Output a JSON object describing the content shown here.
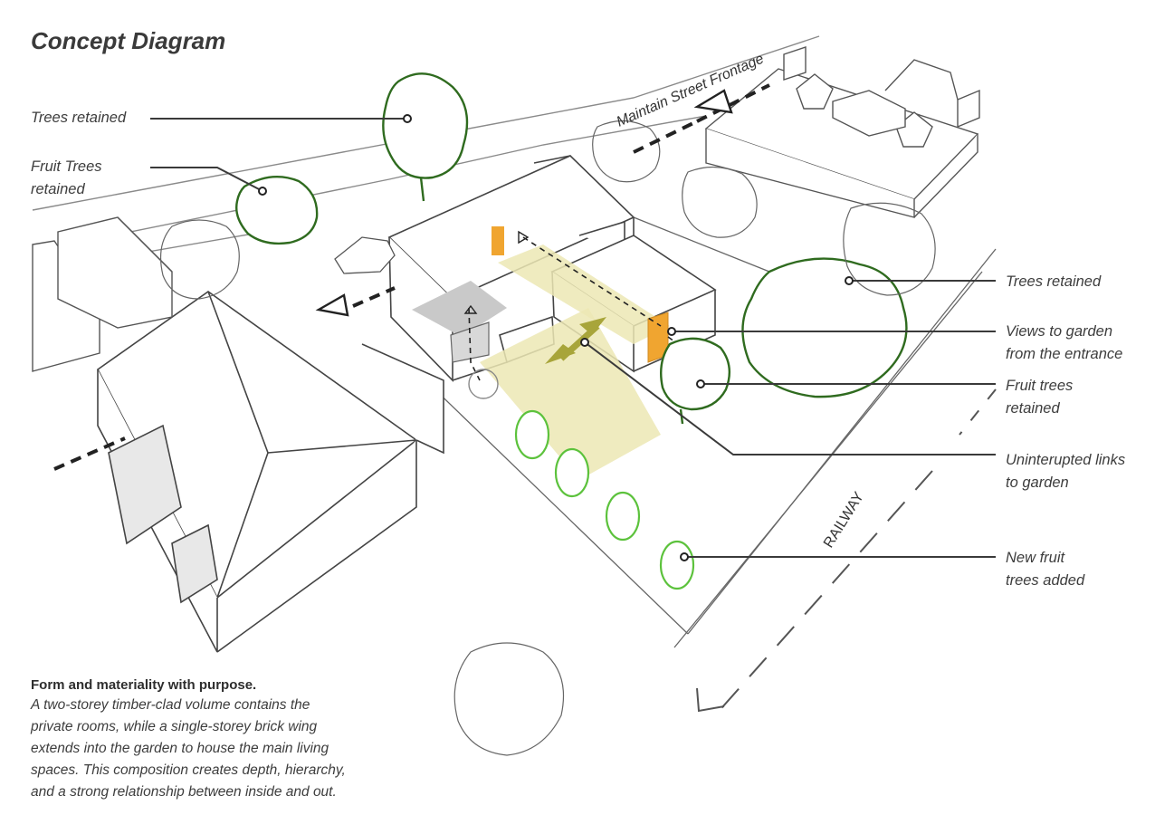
{
  "title": "Concept Diagram",
  "labels": {
    "trees_retained_left": "Trees retained",
    "fruit_trees_retained_left_1": "Fruit Trees",
    "fruit_trees_retained_left_2": "retained",
    "trees_retained_right": "Trees retained",
    "views_1": "Views to garden",
    "views_2": "from the entrance",
    "fruit_right_1": "Fruit trees",
    "fruit_right_2": "retained",
    "links_1": "Uninterupted links",
    "links_2": "to garden",
    "new_fruit_1": "New fruit",
    "new_fruit_2": "trees added",
    "street": "Maintain Street Frontage",
    "railway": "RAILWAY"
  },
  "description": {
    "heading": "Form and materiality with purpose.",
    "line1": "A two-storey timber-clad volume contains the",
    "line2": "private rooms, while a single-storey brick wing",
    "line3": "extends into the garden to house the main living",
    "line4": "spaces. This composition creates depth, hierarchy,",
    "line5": "and a strong relationship between inside and out."
  },
  "colors": {
    "tree_green": "#2f6b1f",
    "new_tree_green": "#5cc23c",
    "highlight_yellow": "#ece7b4",
    "accent_orange": "#f0a530",
    "arrow_olive": "#a8a53a",
    "line_gray": "#555555"
  }
}
